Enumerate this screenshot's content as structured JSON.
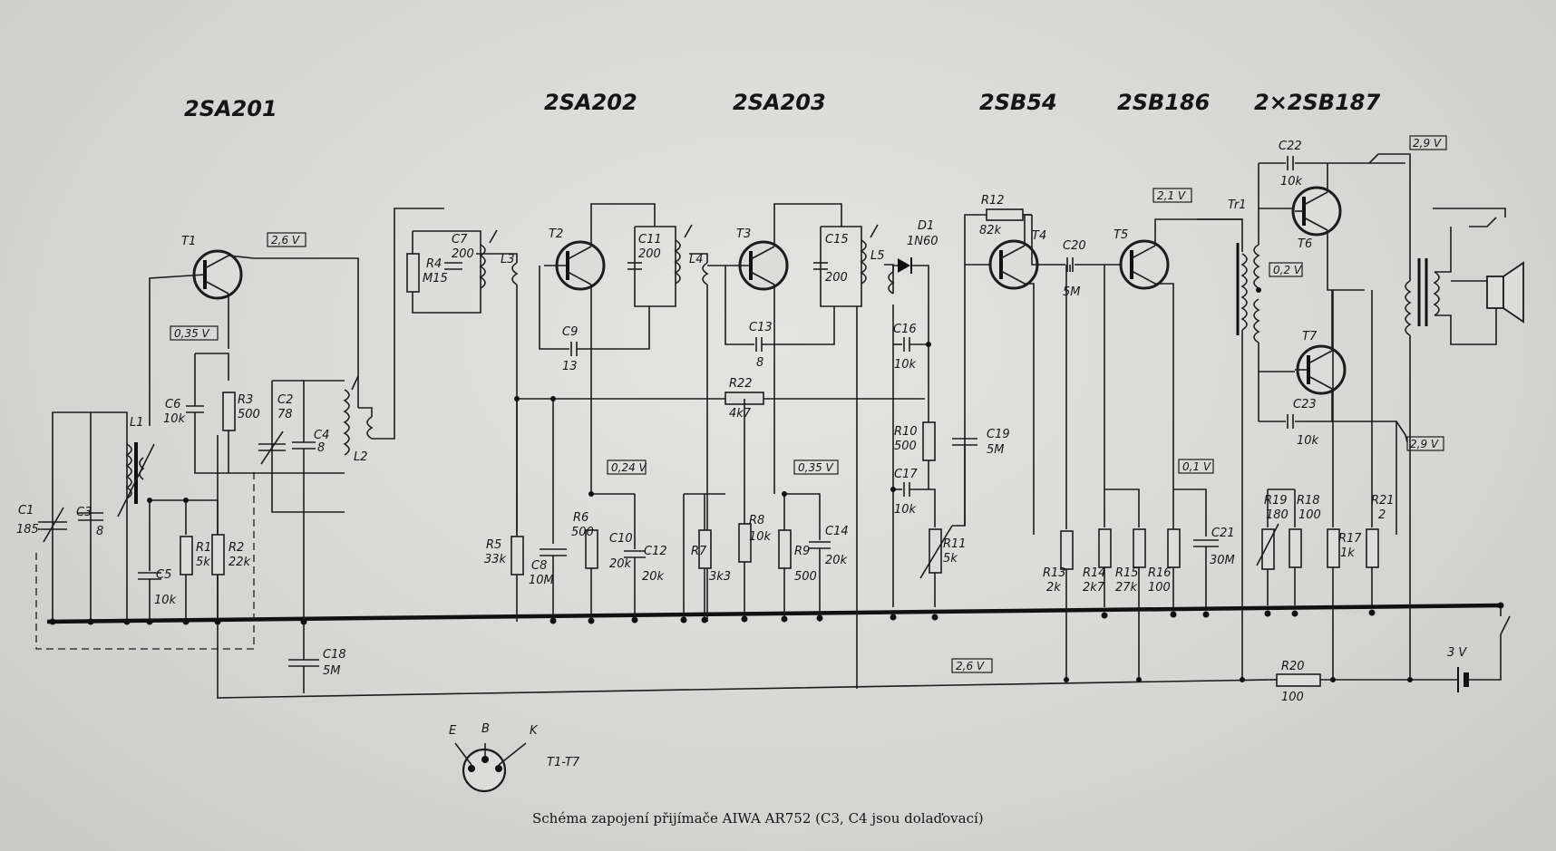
{
  "diagram": {
    "caption": "Schéma zapojení přijímače AIWA AR752 (C3, C4 jsou dolaďovací)",
    "transistor_types": [
      "2SA201",
      "2SA202",
      "2SA203",
      "2SB54",
      "2SB186",
      "2×2SB187"
    ],
    "voltages": {
      "t1_collector": "2,6 V",
      "t1_emitter": "0,35 V",
      "t2": "0,24 V",
      "t3": "0,35 V",
      "t5_supply": "2,1 V",
      "t5_emitter": "0,1 V",
      "supply_top": "2,9 V",
      "supply_mid": "2,9 V",
      "t6_base": "0,2 V",
      "rail": "2,6 V"
    },
    "battery": "3 V",
    "pinout": {
      "label": "T1-T7",
      "e": "E",
      "b": "B",
      "k": "K"
    },
    "components": {
      "t1": "T1",
      "t2": "T2",
      "t3": "T3",
      "t4": "T4",
      "t5": "T5",
      "t6": "T6",
      "t7": "T7",
      "tr1": "Tr1",
      "d1_name": "D1",
      "d1_type": "1N60",
      "l1": "L1",
      "l2": "L2",
      "l3": "L3",
      "l4": "L4",
      "l5": "L5",
      "c1": "C1",
      "c1v": "185",
      "c2": "C2",
      "c2v": "78",
      "c3": "C3",
      "c3v": "8",
      "c4": "C4",
      "c4v": "8",
      "c5": "C5",
      "c5v": "10k",
      "c6": "C6",
      "c6v": "10k",
      "c7": "C7",
      "c7v": "200",
      "c8": "C8",
      "c8v": "10M",
      "c9": "C9",
      "c9v": "13",
      "c10": "C10",
      "c10v": "20k",
      "c11": "C11",
      "c11v": "200",
      "c12": "C12",
      "c12v": "20k",
      "c13": "C13",
      "c13v": "8",
      "c14": "C14",
      "c14v": "20k",
      "c15": "C15",
      "c15v": "200",
      "c16": "C16",
      "c16v": "10k",
      "c17": "C17",
      "c17v": "10k",
      "c18": "C18",
      "c18v": "5M",
      "c19": "C19",
      "c19v": "5M",
      "c20": "C20",
      "c20v": "5M",
      "c21": "C21",
      "c21v": "30M",
      "c22": "C22",
      "c22v": "10k",
      "c23": "C23",
      "c23v": "10k",
      "r1": "R1",
      "r1v": "5k",
      "r2": "R2",
      "r2v": "22k",
      "r3": "R3",
      "r3v": "500",
      "r4": "R4",
      "r4v": "M15",
      "r5": "R5",
      "r5v": "33k",
      "r6": "R6",
      "r6v": "500",
      "r7": "R7",
      "r7v": "3k3",
      "r8": "R8",
      "r8v": "10k",
      "r9": "R9",
      "r9v": "500",
      "r10": "R10",
      "r10v": "500",
      "r11": "R11",
      "r11v": "5k",
      "r12": "R12",
      "r12v": "82k",
      "r13": "R13",
      "r13v": "2k",
      "r14": "R14",
      "r14v": "2k7",
      "r15": "R15",
      "r15v": "27k",
      "r16": "R16",
      "r16v": "100",
      "r17": "R17",
      "r17v": "1k",
      "r18": "R18",
      "r18v": "100",
      "r19": "R19",
      "r19v": "180",
      "r20": "R20",
      "r20v": "100",
      "r21": "R21",
      "r21v": "2",
      "r22": "R22",
      "r22v": "4k7"
    }
  }
}
